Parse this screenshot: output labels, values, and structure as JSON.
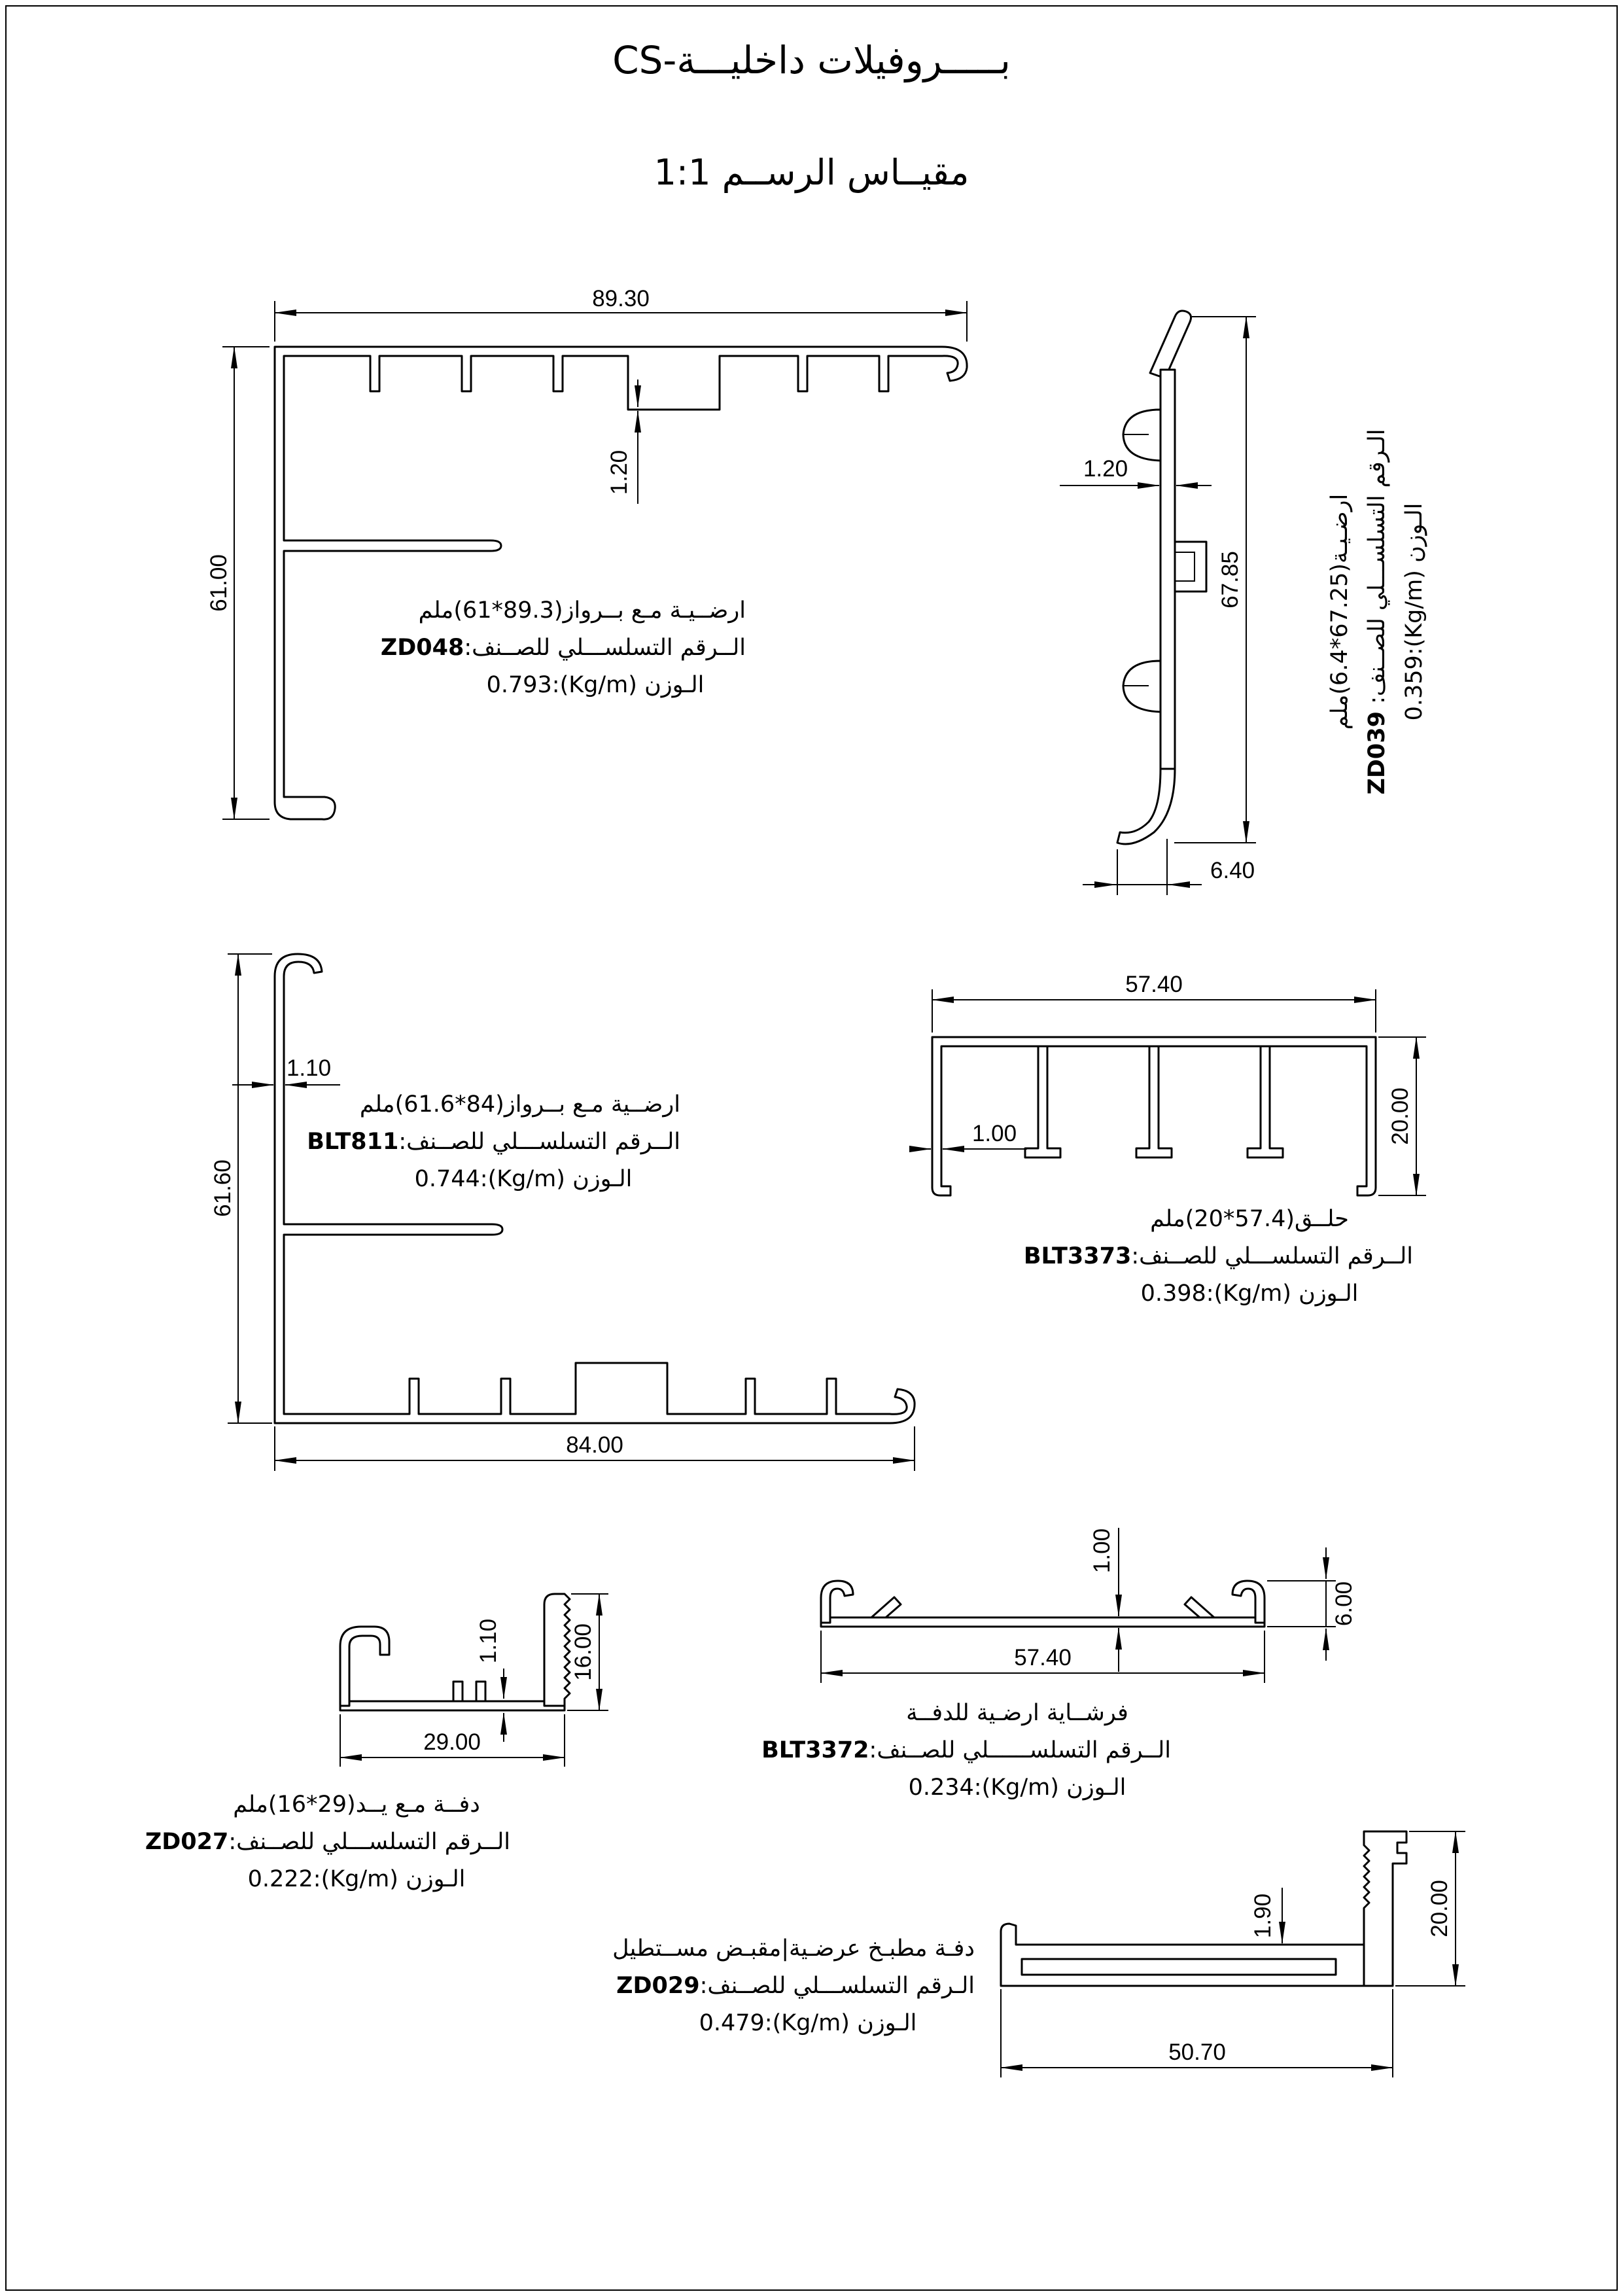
{
  "page": {
    "title": "بـــــروفيلات داخليـــة-CS",
    "subtitle": "مقيــاس الرســم 1:1"
  },
  "profiles": [
    {
      "code": "ZD048",
      "name_prefix": "ارضــيـة مـع بــرواز",
      "name_dims": "(61*89.3)",
      "name_suffix": "ملم",
      "serial_label": "الــرقم التسلســـلي للصــنف:",
      "weight_label": "الـوزن",
      "weight_value": "0.793:(Kg/m)",
      "dims": {
        "w": "89.30",
        "h": "61.00",
        "t": "1.20"
      }
    },
    {
      "code": "ZD039",
      "name_prefix": "ارضـيـة",
      "name_dims": "(6.4*67.25)",
      "name_suffix": "ملم",
      "serial_label": "الـرقم التسلســـلي للصــنف: ",
      "weight_label": "الـوزن",
      "weight_value": "0.359:(Kg/m)",
      "dims": {
        "w": "6.40",
        "h": "67.85",
        "t": "1.20"
      }
    },
    {
      "code": "BLT811",
      "name_prefix": "ارضــية مـع بــرواز",
      "name_dims": "(61.6*84)",
      "name_suffix": "ملم",
      "serial_label": "الــرقم التسلســـلي للصــنف:",
      "weight_label": "الـوزن",
      "weight_value": "0.744:(Kg/m)",
      "dims": {
        "w": "84.00",
        "h": "61.60",
        "t": "1.10"
      }
    },
    {
      "code": "BLT3373",
      "name_prefix": "حلــق",
      "name_dims": "(20*57.4)",
      "name_suffix": "ملم",
      "serial_label": "الــرقم التسلســـلي للصــنف:",
      "weight_label": "الـوزن",
      "weight_value": "0.398:(Kg/m)",
      "dims": {
        "w": "57.40",
        "h": "20.00",
        "t": "1.00"
      }
    },
    {
      "code": "ZD027",
      "name_prefix": "دفــة مـع يــد",
      "name_dims": "(16*29)",
      "name_suffix": "ملم",
      "serial_label": "الــرقم التسلســـلي للصــنف:",
      "weight_label": "الـوزن",
      "weight_value": "0.222:(Kg/m)",
      "dims": {
        "w": "29.00",
        "h": "16.00",
        "t": "1.10"
      }
    },
    {
      "code": "BLT3372",
      "name_prefix": "فرشــاية ارضـية للدفــة",
      "name_dims": "",
      "name_suffix": "",
      "serial_label": "الــرقم التسلســــــلي للصــنف:",
      "weight_label": "الـوزن",
      "weight_value": "0.234:(Kg/m)",
      "dims": {
        "w": "57.40",
        "h": "6.00",
        "t": "1.00"
      }
    },
    {
      "code": "ZD029",
      "name_prefix": "دفـة مطبـخ عرضـية|مقبـض مســتطيل",
      "name_dims": "",
      "name_suffix": "",
      "serial_label": "الـرقم التسلســـلي للصــنف:",
      "weight_label": "الـوزن",
      "weight_value": "0.479:(Kg/m)",
      "dims": {
        "w": "50.70",
        "h": "20.00",
        "t": "1.90"
      }
    }
  ]
}
